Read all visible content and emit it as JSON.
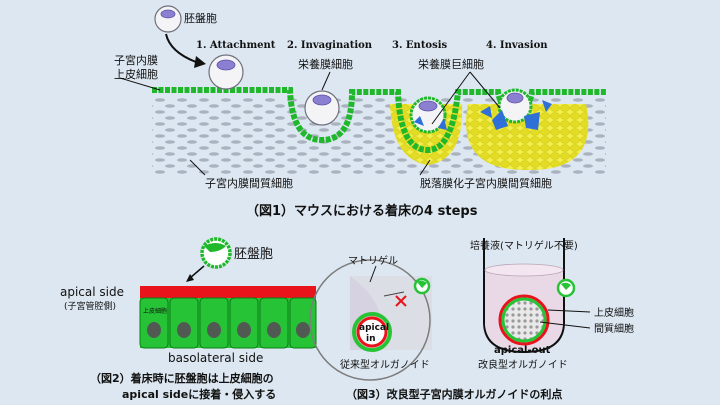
{
  "fig1": {
    "blastocyst_label": "胚盤胞",
    "endometrium_label": "子宮内膜\n上皮細胞",
    "steps": [
      "1. Attachment",
      "2. Invagination",
      "3. Entosis",
      "4. Invasion"
    ],
    "trophoblast_label": "栄養膜細胞",
    "giant_cell_label": "栄養膜巨細胞",
    "stroma_label": "子宮内膜間質細胞",
    "decidual_label": "脱落膜化子宮内膜間質細胞",
    "caption": "（図1）マウスにおける着床の4 steps"
  },
  "fig2": {
    "blastocyst_label": "胚盤胞",
    "apical_label": "apical side",
    "apical_sub": "(子宮管腔側)",
    "epithelium_label": "上皮細胞",
    "basolateral_label": "basolateral side",
    "caption_line1": "（図2）着床時に胚盤胞は上皮細胞の",
    "caption_line2": "apical sideに接着・侵入する"
  },
  "fig3": {
    "matrigel_label": "マトリゲル",
    "apical_in_label": "apical\nin",
    "conventional_label": "従来型オルガノイド",
    "medium_label": "培養液(マトリゲル不要)",
    "epithelial_label": "上皮細胞",
    "stromal_label": "間質細胞",
    "apical_out_label": "apical-out",
    "improved_label": "改良型オルガノイド",
    "caption": "（図3）改良型子宮内膜オルガノイドの利点"
  },
  "colors": {
    "background": "#dde7f1",
    "epithelium_green": "#22c02e",
    "decidual_yellow": "#e8e62a",
    "giant_cell_blue": "#2e6fd8",
    "apical_red": "#e8131b",
    "blastocyst_purple": "#8a7fd0"
  }
}
